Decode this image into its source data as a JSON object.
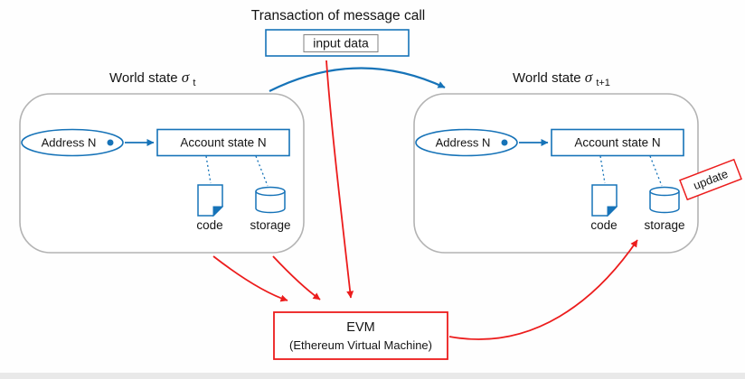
{
  "title": "Transaction of message call",
  "input_box": {
    "label": "input data"
  },
  "left_state": {
    "title_prefix": "World state ",
    "sigma": "σ",
    "subscript": "t",
    "address_label": "Address N",
    "account_label": "Account state N",
    "code_label": "code",
    "storage_label": "storage"
  },
  "right_state": {
    "title_prefix": "World state ",
    "sigma": "σ",
    "subscript": "t+1",
    "address_label": "Address N",
    "account_label": "Account state N",
    "code_label": "code",
    "storage_label": "storage",
    "update_label": "update"
  },
  "evm": {
    "line1": "EVM",
    "line2": "(Ethereum Virtual Machine)"
  },
  "colors": {
    "blue": "#1673b8",
    "red": "#ec1c1c",
    "container_border": "#b3b3b3",
    "inner_box_border": "#808080",
    "background": "#fefefe"
  }
}
